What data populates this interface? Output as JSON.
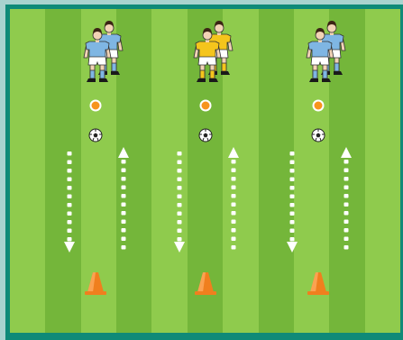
{
  "colors": {
    "frame": "#0f8a78",
    "border_outer": "#a9d3cf",
    "grass_light": "#8fcb4d",
    "grass_dark": "#74b63a",
    "cone": "#f07f1e",
    "marker": "#f7941d",
    "team_blue_shirt": "#7fb6e3",
    "team_yellow_shirt": "#f5c51c",
    "shorts": "#ffffff",
    "dash": "#ffffff"
  },
  "lanes": [
    {
      "team": "blue",
      "shirt_color": "#7fb6e3"
    },
    {
      "team": "yellow",
      "shirt_color": "#f5c51c"
    },
    {
      "team": "blue",
      "shirt_color": "#7fb6e3"
    }
  ],
  "icons": {
    "player": "player-icon",
    "ball": "soccer-ball-icon",
    "marker": "marker-disc-icon",
    "cone": "cone-icon",
    "arrow_down": "arrow-down-icon",
    "arrow_up": "arrow-up-icon"
  }
}
